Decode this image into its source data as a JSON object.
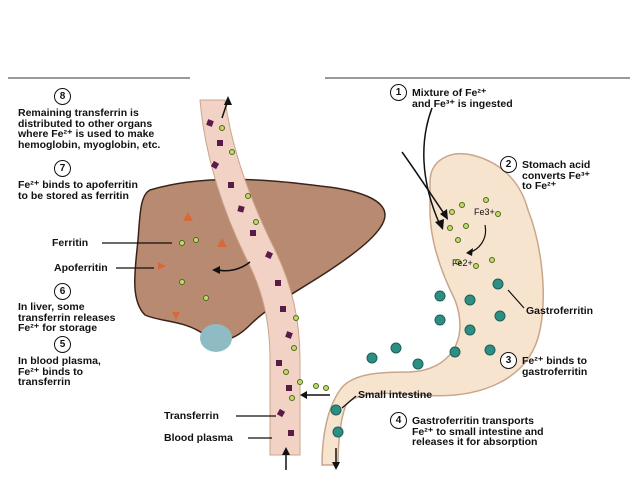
{
  "steps": [
    {
      "number": "1",
      "text": "Mixture of Fe²⁺\nand Fe³⁺ is ingested"
    },
    {
      "number": "2",
      "text": "Stomach acid\nconverts Fe³⁺\nto Fe²⁺"
    },
    {
      "number": "3",
      "text": "Fe²⁺ binds to\ngastroferritin"
    },
    {
      "number": "4",
      "text": "Gastroferritin transports\nFe²⁺ to small intestine and\nreleases it for absorption"
    },
    {
      "number": "5",
      "text": "In blood plasma,\nFe²⁺ binds to\ntransferrin"
    },
    {
      "number": "6",
      "text": "In liver, some\ntransferrin releases\nFe²⁺ for storage"
    },
    {
      "number": "7",
      "text": "Fe²⁺ binds to apoferritin\nto be stored as ferritin"
    },
    {
      "number": "8",
      "text": "Remaining transferrin is\ndistributed to other organs\nwhere Fe²⁺ is used to make\nhemoglobin, myoglobin, etc."
    }
  ],
  "labels": {
    "ferritin": "Ferritin",
    "apoferritin": "Apoferritin",
    "gastroferritin": "Gastroferritin",
    "small_intestine": "Small intestine",
    "transferrin": "Transferrin",
    "blood_plasma": "Blood plasma",
    "fe3_in_stomach": "Fe3+",
    "fe2_in_stomach": "Fe2+"
  },
  "colors": {
    "liver": "#b98a72",
    "liver_outline": "#3a2418",
    "vessel": "#f1d2c4",
    "gut": "#f6e4cf",
    "transferrin": "#5a1a4a",
    "gastroferritin": "#2d8f84",
    "ferritin": "#d86a3a",
    "gallbladder": "#8fbcc4"
  }
}
